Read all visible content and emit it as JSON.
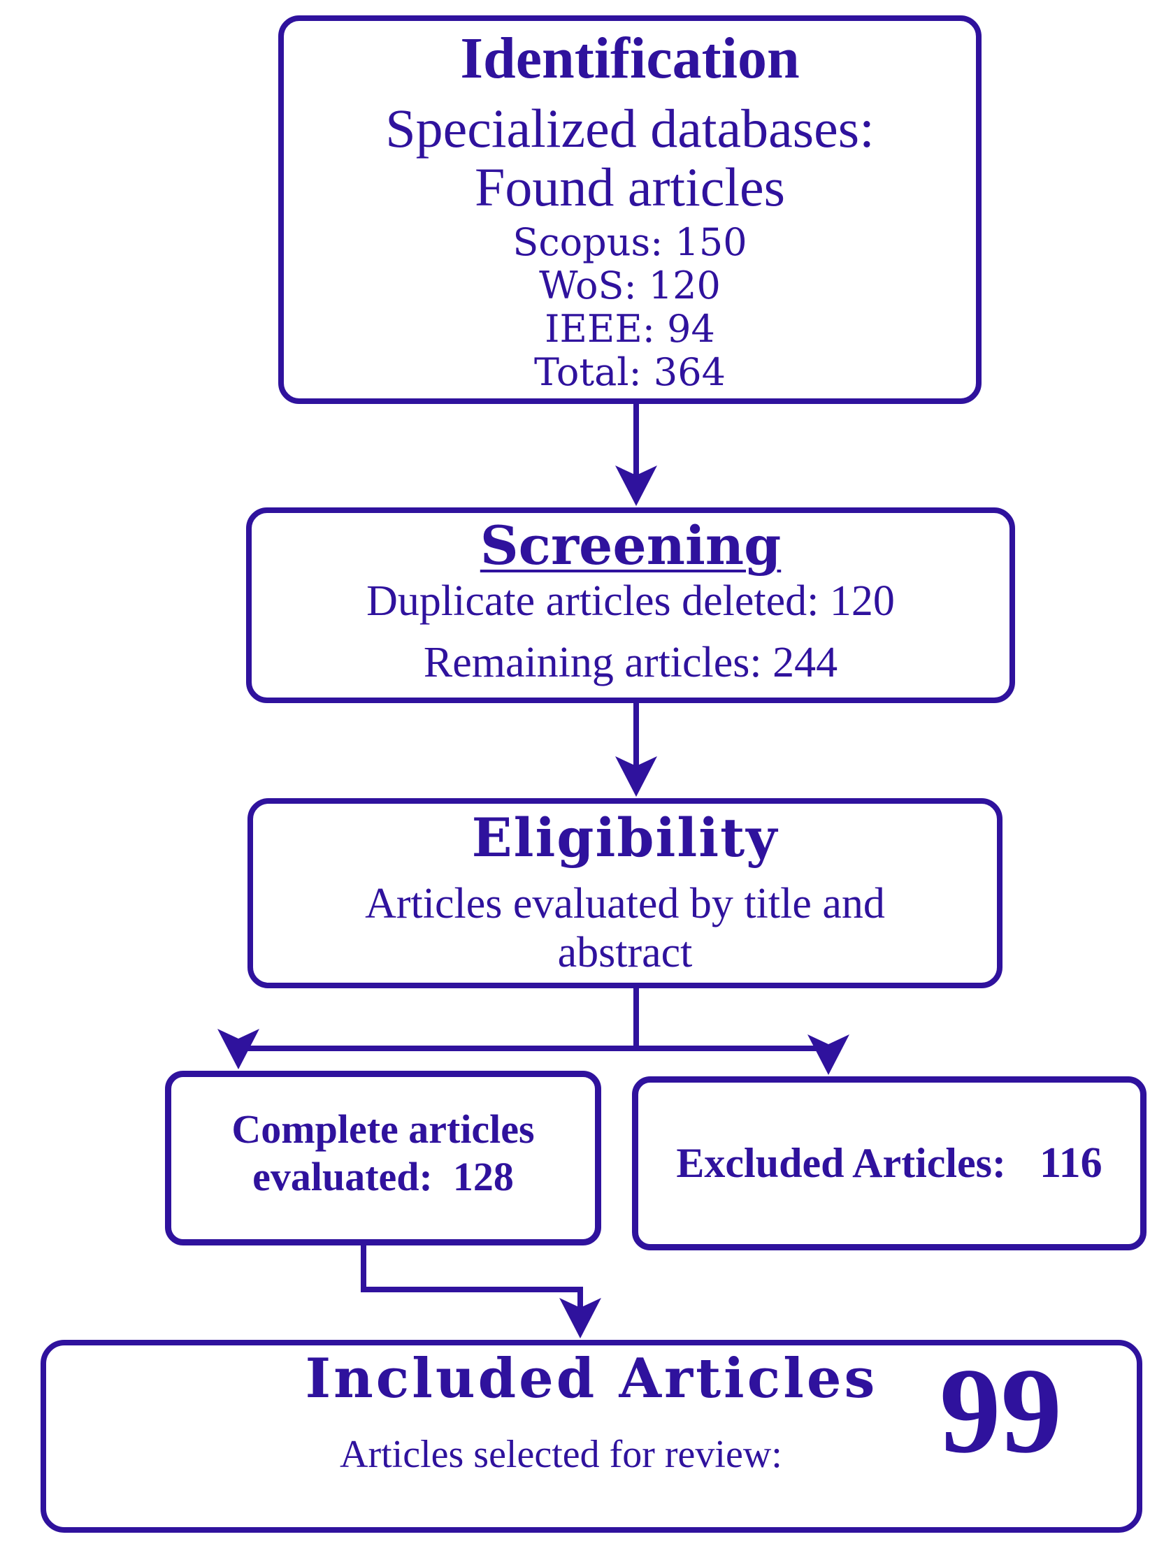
{
  "title": "Article selection flow diagram",
  "ink_color": "#2F129D",
  "stages": {
    "identification": {
      "title": "Identification",
      "subtitle_lines": [
        "Specialized databases:",
        "Found articles"
      ],
      "counts": [
        "Scopus: 150",
        "WoS: 120",
        "IEEE: 94",
        "Total: 364"
      ]
    },
    "screening": {
      "title": "Screening",
      "lines": [
        "Duplicate articles deleted: 120",
        "Remaining articles: 244"
      ]
    },
    "eligibility": {
      "title": "Eligibility",
      "lines": [
        "Articles evaluated by title and",
        "abstract"
      ]
    },
    "complete": {
      "lines": [
        "Complete articles",
        "evaluated:  128"
      ]
    },
    "excluded": {
      "label": "Excluded Articles:",
      "value": "116"
    },
    "included": {
      "title": "Included Articles",
      "label": "Articles selected for review:",
      "value": "99"
    }
  }
}
